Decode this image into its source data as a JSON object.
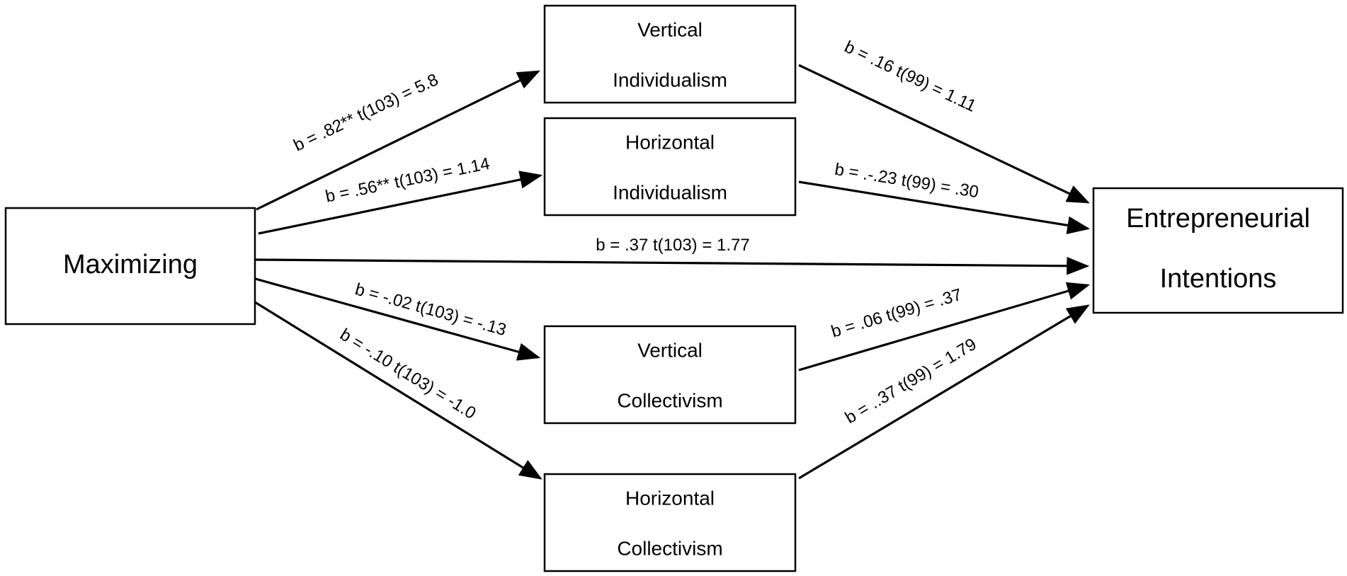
{
  "diagram": {
    "nodes": {
      "maximizing": {
        "lines": [
          "Maximizing"
        ]
      },
      "vi": {
        "lines": [
          "Vertical",
          "Individualism"
        ]
      },
      "hi": {
        "lines": [
          "Horizontal",
          "Individualism"
        ]
      },
      "vc": {
        "lines": [
          "Vertical",
          "Collectivism"
        ]
      },
      "hc": {
        "lines": [
          "Horizontal",
          "Collectivism"
        ]
      },
      "ei": {
        "lines": [
          "Entrepreneurial",
          "Intentions"
        ]
      }
    },
    "edges": {
      "max_vi": {
        "label": "b = .82** t(103) = 5.8"
      },
      "max_hi": {
        "label": "b = .56** t(103) = 1.14"
      },
      "max_ei": {
        "label": "b = .37 t(103) = 1.77"
      },
      "max_vc": {
        "label": "b = -.02 t(103) = -.13"
      },
      "max_hc": {
        "label": "b = -.10 t(103) = -1.0"
      },
      "vi_ei": {
        "label": "b = .16 t(99) = 1.11"
      },
      "hi_ei": {
        "label": "b = .-.23 t(99) = .30"
      },
      "vc_ei": {
        "label": "b = .06 t(99) = .37"
      },
      "hc_ei": {
        "label": "b = ..37 t(99) = 1.79"
      }
    }
  }
}
